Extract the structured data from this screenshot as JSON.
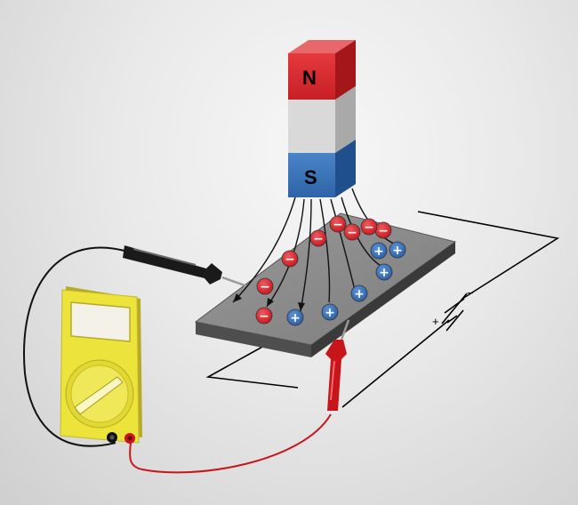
{
  "magnet": {
    "north_label": "N",
    "south_label": "S",
    "north_color": "#d42a2f",
    "middle_color": "#d6d6d6",
    "south_color": "#3a73b8"
  },
  "battery": {
    "plus_label": "+",
    "minus_label": "−"
  },
  "charges": {
    "negative_symbol": "−",
    "positive_symbol": "+",
    "negative_color": "#d42a2f",
    "positive_color": "#3a73b8",
    "negative_count": 8,
    "positive_count": 6
  },
  "multimeter": {
    "body_color": "#ece43a",
    "red_lead_color": "#c8141b",
    "black_lead_color": "#111111"
  },
  "plate_color": "#8a8a8a",
  "icons": [
    "bar-magnet",
    "metal-plate",
    "multimeter",
    "battery-symbol",
    "red-probe",
    "black-probe"
  ]
}
